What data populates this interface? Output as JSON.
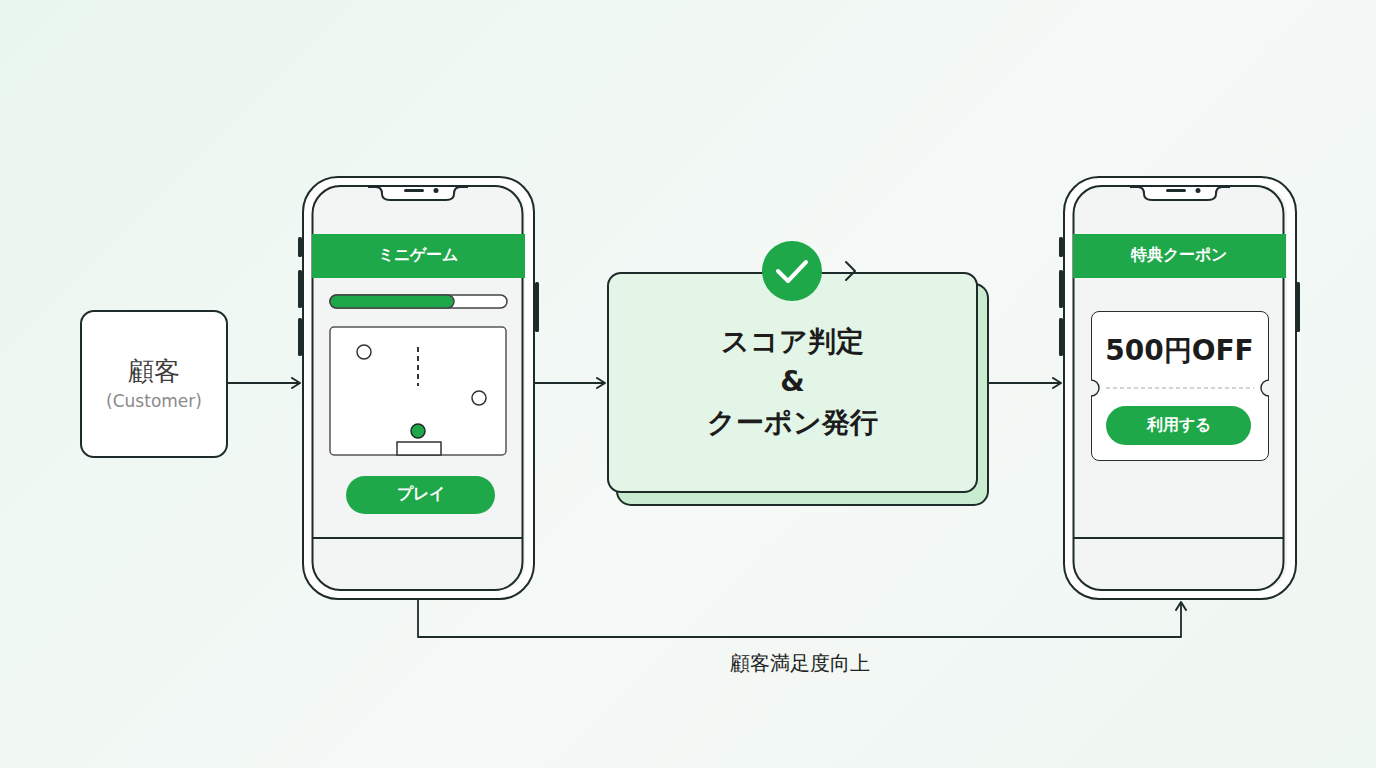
{
  "diagram": {
    "nodes": [
      {
        "text": [
          "顧客",
          "(Customer)"
        ]
      },
      {
        "text": [
          "ミニゲーム"
        ]
      },
      {
        "text": [
          "プレイ"
        ],
        "in": 1
      },
      {
        "text": [
          "スコア判定 & クーポン発行"
        ]
      },
      {
        "text": [
          "特典クーポン"
        ]
      },
      {
        "text": [
          "500円OFF"
        ],
        "in": 4
      },
      {
        "text": [
          "利用する"
        ],
        "in": 5
      }
    ],
    "edges": [
      {
        "from": 0,
        "to": 1,
        "arrow": "to"
      },
      {
        "from": 1,
        "to": 3,
        "arrow": "to"
      },
      {
        "from": 3,
        "to": 4,
        "arrow": "to"
      },
      {
        "from": 1,
        "to": 4,
        "arrow": "to",
        "label": "顧客満足度向上"
      }
    ]
  }
}
